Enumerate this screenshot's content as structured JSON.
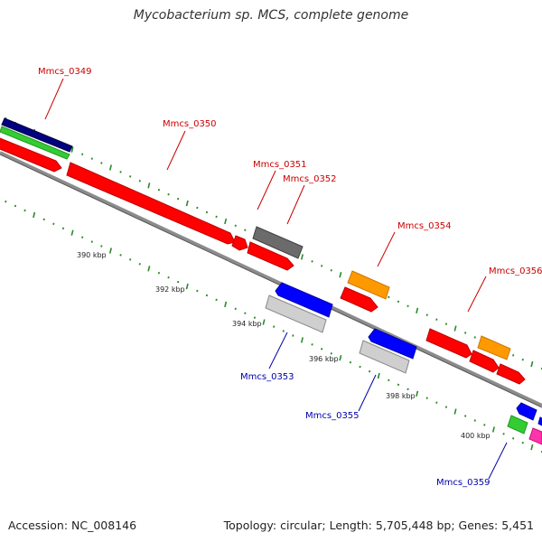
{
  "title": "Mycobacterium sp. MCS, complete genome",
  "footer": {
    "accession": "Accession: NC_008146",
    "stats": "Topology: circular; Length: 5,705,448 bp; Genes: 5,451"
  },
  "colors": {
    "backbone": "#8c8c8c",
    "tick": "#2a8a2a",
    "forward_label": "#cc0000",
    "reverse_label": "#0000aa",
    "red": "#ff0000",
    "grey": "#6b6b6b",
    "lightgrey": "#c8c8c8",
    "blue": "#0000ff",
    "orange": "#ff9900",
    "green": "#33cc33",
    "navy": "#000080",
    "magenta": "#ff33aa"
  },
  "kbp_labels": [
    "390 kbp",
    "392 kbp",
    "394 kbp",
    "396 kbp",
    "398 kbp",
    "400 kbp"
  ],
  "gene_labels": {
    "forward": [
      "Mmcs_0349",
      "Mmcs_0350",
      "Mmcs_0351",
      "Mmcs_0352",
      "Mmcs_0354",
      "Mmcs_0356"
    ],
    "reverse": [
      "Mmcs_0353",
      "Mmcs_0355",
      "Mmcs_0359"
    ]
  }
}
